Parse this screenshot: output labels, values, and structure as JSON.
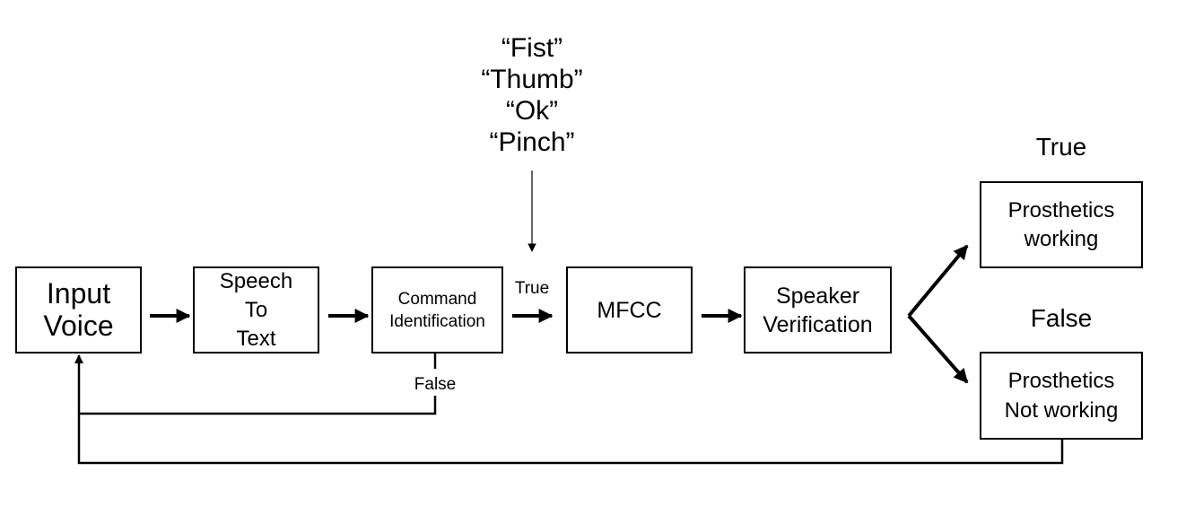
{
  "nodes": {
    "input_voice": {
      "lines": [
        "Input",
        "Voice"
      ]
    },
    "speech_to_text": {
      "lines": [
        "Speech",
        "To",
        "Text"
      ]
    },
    "command_identification": {
      "lines": [
        "Command",
        "Identification"
      ]
    },
    "mfcc": {
      "lines": [
        "MFCC"
      ]
    },
    "speaker_verification": {
      "lines": [
        "Speaker",
        "Verification"
      ]
    },
    "prosthetics_working": {
      "lines": [
        "Prosthetics",
        "working"
      ]
    },
    "prosthetics_not_working": {
      "lines": [
        "Prosthetics",
        "Not working"
      ]
    }
  },
  "commands": [
    "“Fist”",
    "“Thumb”",
    "“Ok”",
    "“Pinch”"
  ],
  "edge_labels": {
    "command_true": "True",
    "command_false": "False",
    "verification_true": "True",
    "verification_false": "False"
  },
  "colors": {
    "line": "#000000",
    "box_border": "#000000",
    "background": "#ffffff"
  }
}
